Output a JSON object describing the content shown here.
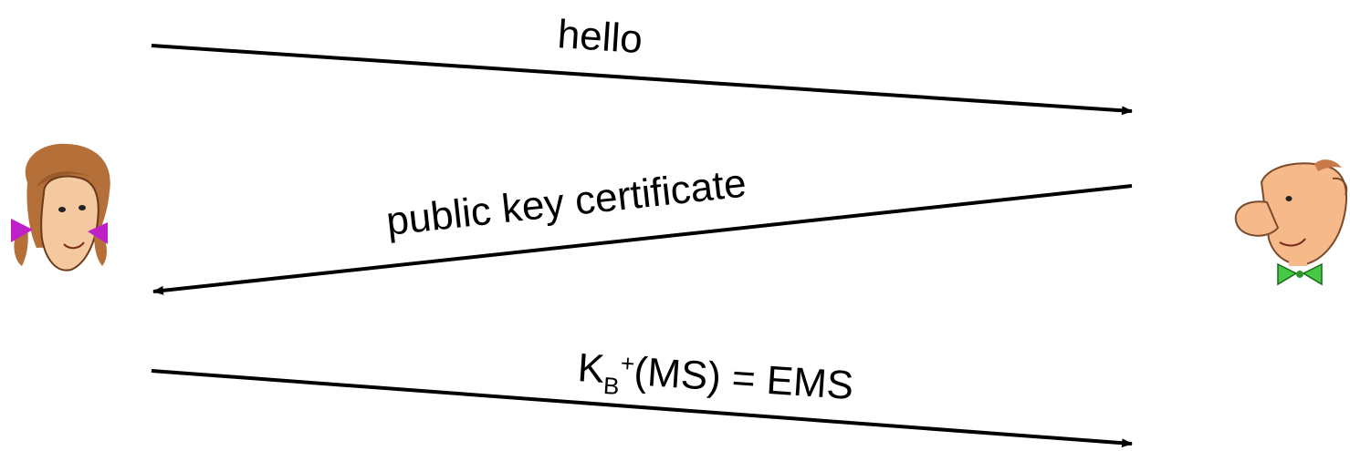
{
  "messages": [
    {
      "label": "hello",
      "direction": "alice-to-bob"
    },
    {
      "label": "public key certificate",
      "direction": "bob-to-alice"
    },
    {
      "label_parts": {
        "base": "K",
        "subscript": "B",
        "superscript": "+",
        "rest": "(MS) = EMS"
      },
      "direction": "alice-to-bob"
    }
  ],
  "characters": {
    "left": {
      "icon": "alice-cartoon-icon"
    },
    "right": {
      "icon": "bob-cartoon-icon"
    }
  },
  "colors": {
    "line": "#000000",
    "alice_hair": "#b5703a",
    "alice_bow": "#c020c8",
    "alice_skin": "#f5c9a0",
    "bob_skin": "#f5b98a",
    "bob_bowtie": "#48c848"
  }
}
